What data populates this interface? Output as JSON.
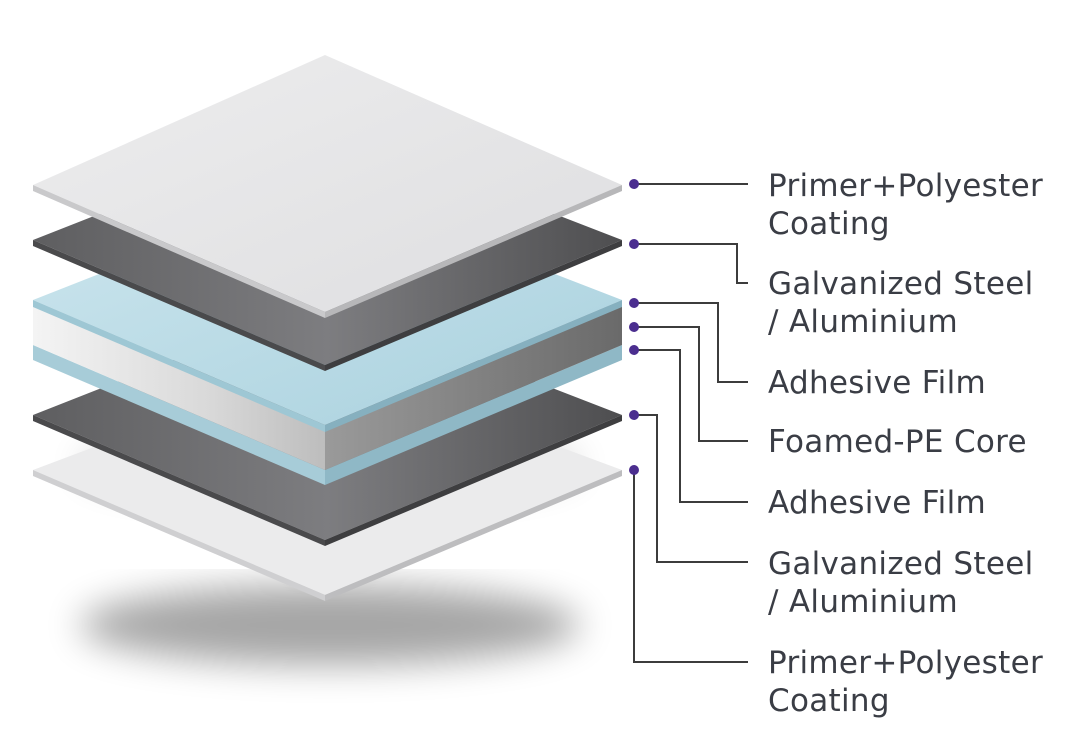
{
  "accent_colors": {
    "dot": "#4b2e8f",
    "leader_line": "#3c3c3c",
    "coating_layer": "#e4e4e6",
    "metal_layer": "#6f6f71",
    "adhesive_layer": "#b8dbe6",
    "core_layer": "#ececec"
  },
  "layers": [
    {
      "id": "top-coating",
      "lines": [
        "Primer+Polyester",
        "Coating"
      ]
    },
    {
      "id": "top-metal",
      "lines": [
        "Galvanized Steel",
        "/ Aluminium"
      ]
    },
    {
      "id": "top-adhesive",
      "lines": [
        "Adhesive Film"
      ]
    },
    {
      "id": "core",
      "lines": [
        "Foamed-PE Core"
      ]
    },
    {
      "id": "bottom-adhesive",
      "lines": [
        "Adhesive Film"
      ]
    },
    {
      "id": "bottom-metal",
      "lines": [
        "Galvanized Steel",
        "/ Aluminium"
      ]
    },
    {
      "id": "bottom-coating",
      "lines": [
        "Primer+Polyester",
        "Coating"
      ]
    }
  ]
}
